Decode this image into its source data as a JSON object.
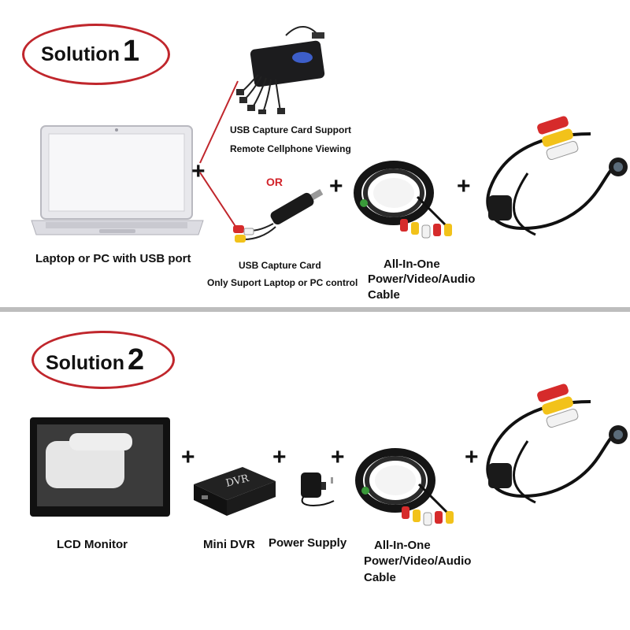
{
  "solution1": {
    "word": "Solution",
    "number": "1",
    "plus_signs": [
      "+",
      "+",
      "+"
    ],
    "or_label": "OR",
    "laptop_caption": "Laptop or PC with USB port",
    "capture_card_support_line1": "USB Capture Card Support",
    "capture_card_support_line2": "Remote Cellphone Viewing",
    "usb_capture_line1": "USB Capture Card",
    "usb_capture_line2": "Only Suport  Laptop or PC control",
    "cable_line1": "All-In-One",
    "cable_line2": "Power/Video/Audio",
    "cable_line3": "Cable"
  },
  "solution2": {
    "word": "Solution",
    "number": "2",
    "plus_signs": [
      "+",
      "+",
      "+",
      "+"
    ],
    "monitor_caption": "LCD Monitor",
    "dvr_caption": "Mini DVR",
    "dvr_box_text": "DVR",
    "power_caption": "Power Supply",
    "cable_line1": "All-In-One",
    "cable_line2": "Power/Video/Audio",
    "cable_line3": "Cable"
  },
  "colors": {
    "oval_border": "#c0262c",
    "or_text": "#d2232a",
    "divider": "#bdbdbd",
    "rca_red": "#d62b2b",
    "rca_yellow": "#f2c21a",
    "rca_white": "#f2f2f2"
  },
  "icons": [
    "laptop-icon",
    "usb-capture-card-multi-icon",
    "usb-capture-card-icon",
    "cable-coil-icon",
    "mini-camera-icon",
    "lcd-monitor-icon",
    "mini-dvr-icon",
    "power-adapter-icon"
  ]
}
